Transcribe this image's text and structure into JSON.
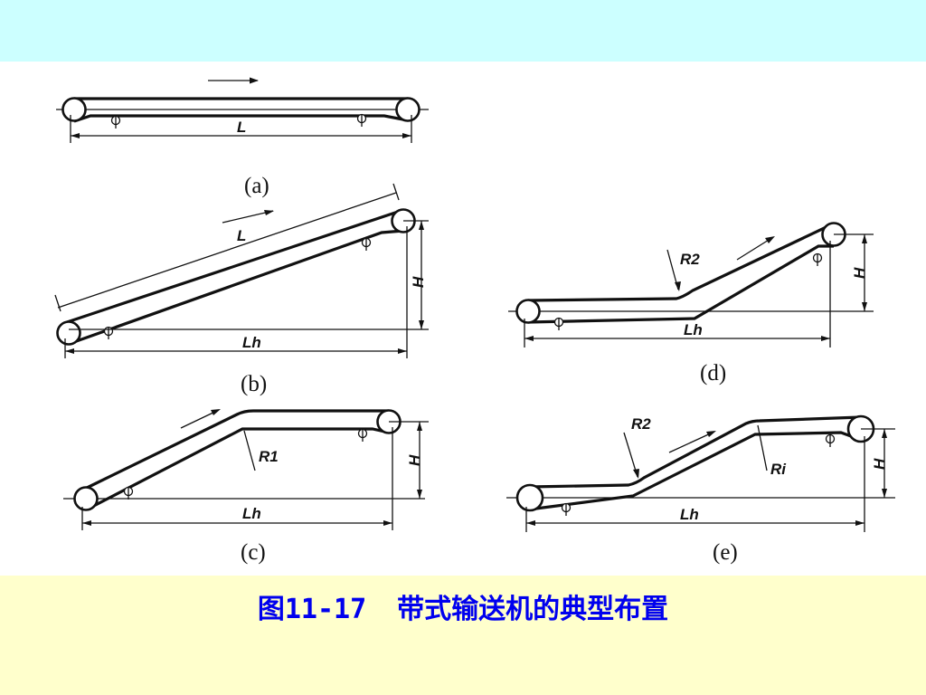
{
  "caption": {
    "figure_number": "图11-17",
    "title": "带式输送机的典型布置"
  },
  "subfigures": [
    {
      "id": "a",
      "label": "(a)",
      "dimensions": [
        "L"
      ]
    },
    {
      "id": "b",
      "label": "(b)",
      "dimensions": [
        "L",
        "H",
        "Lh"
      ]
    },
    {
      "id": "c",
      "label": "(c)",
      "dimensions": [
        "R1",
        "H",
        "Lh"
      ]
    },
    {
      "id": "d",
      "label": "(d)",
      "dimensions": [
        "R2",
        "H",
        "Lh"
      ]
    },
    {
      "id": "e",
      "label": "(e)",
      "dimensions": [
        "R2",
        "Ri",
        "H",
        "Lh"
      ]
    }
  ],
  "colors": {
    "top_band": "#ccffff",
    "bottom_band": "#ffffcc",
    "caption_text": "#0000ee",
    "line": "#111111"
  }
}
